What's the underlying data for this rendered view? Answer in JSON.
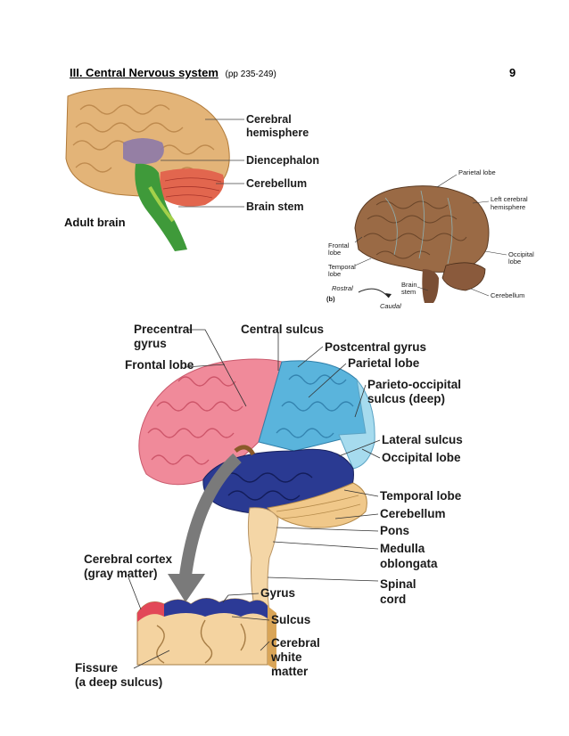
{
  "header": {
    "title": "III. Central Nervous system",
    "pages": "(pp 235-249)",
    "page_number": "9"
  },
  "figure_a": {
    "caption": "Adult brain",
    "labels": {
      "cerebral_1": "Cerebral",
      "cerebral_2": "hemisphere",
      "diencephalon": "Diencephalon",
      "cerebellum": "Cerebellum",
      "brain_stem": "Brain stem"
    }
  },
  "figure_b": {
    "panel": "(b)",
    "labels": {
      "parietal": "Parietal lobe",
      "left_1": "Left cerebral",
      "left_2": "hemisphere",
      "frontal_1": "Frontal",
      "frontal_2": "lobe",
      "temporal_1": "Temporal",
      "temporal_2": "lobe",
      "rostral": "Rostral",
      "caudal": "Caudal",
      "brainstem_1": "Brain",
      "brainstem_2": "stem",
      "occipital_1": "Occipital",
      "occipital_2": "lobe",
      "cerebellum": "Cerebellum"
    }
  },
  "figure_c": {
    "labels": {
      "precentral_1": "Precentral",
      "precentral_2": "gyrus",
      "frontal_lobe": "Frontal lobe",
      "central_sulcus": "Central sulcus",
      "postcentral": "Postcentral gyrus",
      "parietal_lobe": "Parietal lobe",
      "parieto_1": "Parieto-occipital",
      "parieto_2": "sulcus (deep)",
      "lateral_sulcus": "Lateral sulcus",
      "occipital_lobe": "Occipital lobe",
      "temporal_lobe": "Temporal lobe",
      "cerebellum": "Cerebellum",
      "pons": "Pons",
      "medulla_1": "Medulla",
      "medulla_2": "oblongata",
      "spinal_1": "Spinal",
      "spinal_2": "cord",
      "cortex_1": "Cerebral cortex",
      "cortex_2": "(gray matter)",
      "gyrus": "Gyrus",
      "sulcus": "Sulcus",
      "white_1": "Cerebral",
      "white_2": "white",
      "white_3": "matter",
      "fissure_1": "Fissure",
      "fissure_2": "(a deep sulcus)"
    }
  }
}
